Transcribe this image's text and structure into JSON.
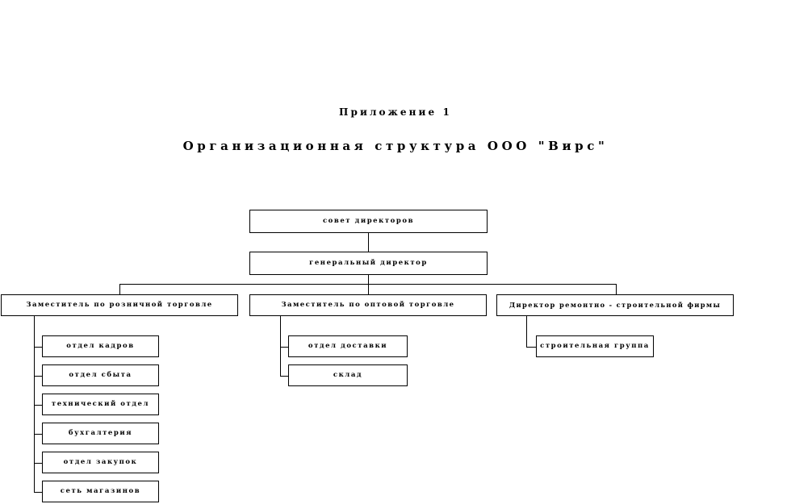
{
  "document": {
    "appendix_label": "Приложение 1",
    "title": "Организационная структура ООО \"Вирс\""
  },
  "chart_data": {
    "type": "diagram",
    "diagram_kind": "organizational-chart",
    "title": "Организационная структура ООО \"Вирс\"",
    "subtitle": "Приложение 1",
    "orientation": "top-down with left-hand vertical spines",
    "box_style": {
      "fill": "#ffffff",
      "border_color": "#000000",
      "text_color": "#000000"
    },
    "levels": [
      {
        "level": 1,
        "nodes": [
          {
            "id": "board",
            "label": "совет директоров"
          }
        ]
      },
      {
        "level": 2,
        "nodes": [
          {
            "id": "ceo",
            "label": "генеральный директор",
            "parent": "board"
          }
        ]
      },
      {
        "level": 3,
        "nodes": [
          {
            "id": "deputy_retail",
            "label": "Заместитель по розничной торговле",
            "parent": "ceo"
          },
          {
            "id": "deputy_wholesale",
            "label": "Заместитель по оптовой торговле",
            "parent": "ceo"
          },
          {
            "id": "director_repair",
            "label": "Директор ремонтно - строительной фирмы",
            "parent": "ceo"
          }
        ]
      },
      {
        "level": 4,
        "nodes": [
          {
            "id": "hr",
            "label": "отдел кадров",
            "parent": "deputy_retail"
          },
          {
            "id": "sales",
            "label": "отдел сбыта",
            "parent": "deputy_retail"
          },
          {
            "id": "technical",
            "label": "технический отдел",
            "parent": "deputy_retail"
          },
          {
            "id": "accounting",
            "label": "бухгалтерия",
            "parent": "deputy_retail"
          },
          {
            "id": "purchasing",
            "label": "отдел закупок",
            "parent": "deputy_retail"
          },
          {
            "id": "stores",
            "label": "сеть магазинов",
            "parent": "deputy_retail"
          },
          {
            "id": "delivery",
            "label": "отдел доставки",
            "parent": "deputy_wholesale"
          },
          {
            "id": "warehouse",
            "label": "склад",
            "parent": "deputy_wholesale"
          },
          {
            "id": "construction",
            "label": "строительная группа",
            "parent": "director_repair"
          }
        ]
      }
    ],
    "edges": [
      {
        "from": "board",
        "to": "ceo"
      },
      {
        "from": "ceo",
        "to": "deputy_retail"
      },
      {
        "from": "ceo",
        "to": "deputy_wholesale"
      },
      {
        "from": "ceo",
        "to": "director_repair"
      },
      {
        "from": "deputy_retail",
        "to": "hr"
      },
      {
        "from": "deputy_retail",
        "to": "sales"
      },
      {
        "from": "deputy_retail",
        "to": "technical"
      },
      {
        "from": "deputy_retail",
        "to": "accounting"
      },
      {
        "from": "deputy_retail",
        "to": "purchasing"
      },
      {
        "from": "deputy_retail",
        "to": "stores"
      },
      {
        "from": "deputy_wholesale",
        "to": "delivery"
      },
      {
        "from": "deputy_wholesale",
        "to": "warehouse"
      },
      {
        "from": "director_repair",
        "to": "construction"
      }
    ]
  }
}
